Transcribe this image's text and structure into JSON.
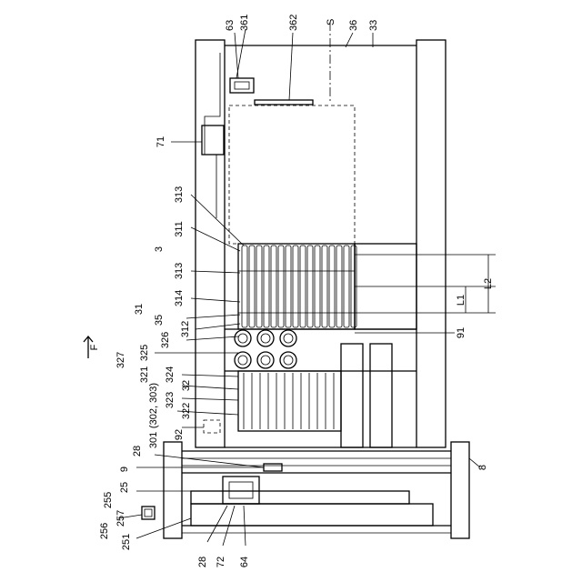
{
  "labels": {
    "l63": "63",
    "l361": "361",
    "l362": "362",
    "lS": "S",
    "l36": "36",
    "l33": "33",
    "l71": "71",
    "l313a": "313",
    "l311": "311",
    "l3": "3",
    "l313b": "313",
    "l314": "314",
    "l31": "31",
    "l35": "35",
    "l312": "312",
    "l326": "326",
    "lF": "F",
    "l325": "325",
    "l327": "327",
    "l321": "321",
    "l324": "324",
    "l32": "32",
    "l303": "(302, 303)",
    "l323": "323",
    "l301": "301",
    "l322": "322",
    "l92": "92",
    "l28a": "28",
    "l9": "9",
    "l255": "255",
    "l25": "25",
    "l257": "257",
    "l256": "256",
    "l251": "251",
    "l28b": "28",
    "l72": "72",
    "l64": "64",
    "l8": "8",
    "lL1": "L1",
    "lL2": "L2",
    "l91": "91"
  }
}
